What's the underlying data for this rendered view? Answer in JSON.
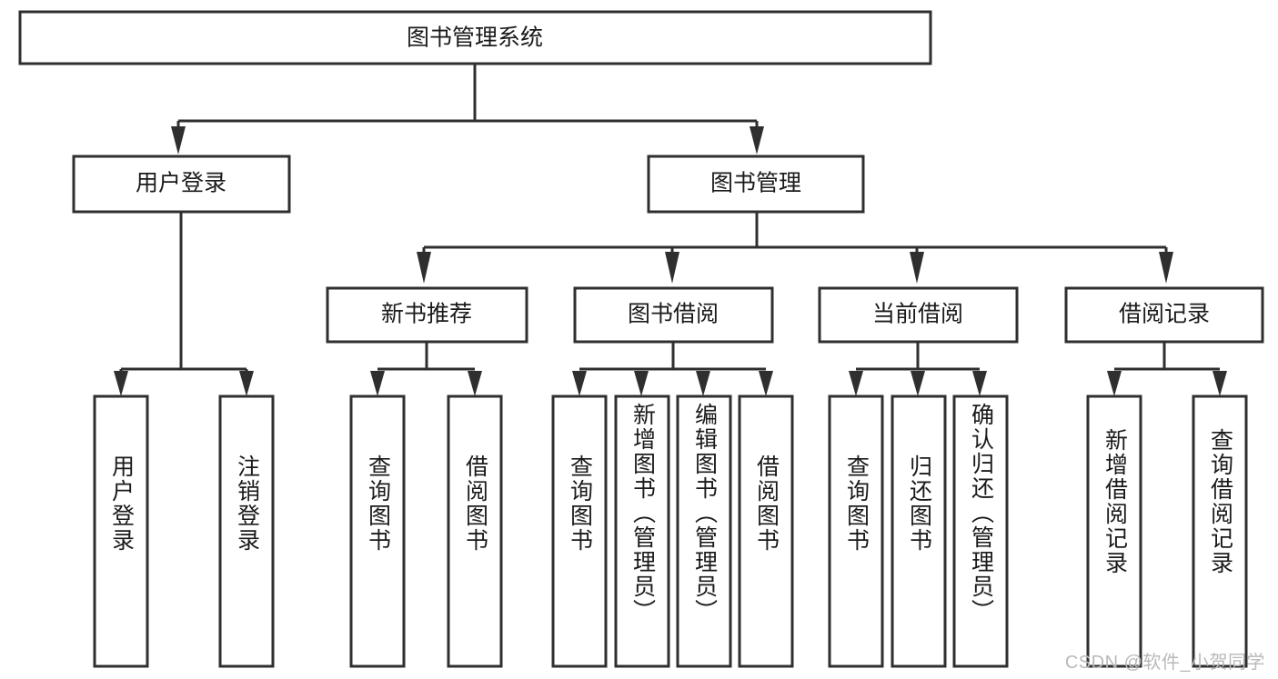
{
  "diagram": {
    "title": "图书管理系统",
    "type": "tree-hierarchy",
    "watermark": "CSDN @软件_小贺同学",
    "colors": {
      "box_stroke": "#2f2f2f",
      "box_fill": "#ffffff",
      "text": "#1a1a1a",
      "watermark": "#b9b9b9",
      "background": "#ffffff"
    },
    "root": {
      "label": "图书管理系统",
      "orientation": "horizontal"
    },
    "level2": [
      {
        "label": "用户登录",
        "orientation": "horizontal"
      },
      {
        "label": "图书管理",
        "orientation": "horizontal"
      }
    ],
    "level3": [
      {
        "label": "新书推荐",
        "orientation": "horizontal"
      },
      {
        "label": "图书借阅",
        "orientation": "horizontal"
      },
      {
        "label": "当前借阅",
        "orientation": "horizontal"
      },
      {
        "label": "借阅记录",
        "orientation": "horizontal"
      }
    ],
    "leaves": {
      "user_login": [
        {
          "label": "用户登录",
          "orientation": "vertical"
        },
        {
          "label": "注销登录",
          "orientation": "vertical"
        }
      ],
      "new_book_recommend": [
        {
          "label": "查询图书",
          "orientation": "vertical"
        },
        {
          "label": "借阅图书",
          "orientation": "vertical"
        }
      ],
      "book_borrow": [
        {
          "label": "查询图书",
          "orientation": "vertical"
        },
        {
          "label": "新增图书（管理员）",
          "orientation": "vertical"
        },
        {
          "label": "编辑图书（管理员）",
          "orientation": "vertical"
        },
        {
          "label": "借阅图书",
          "orientation": "vertical"
        }
      ],
      "current_borrow": [
        {
          "label": "查询图书",
          "orientation": "vertical"
        },
        {
          "label": "归还图书",
          "orientation": "vertical"
        },
        {
          "label": "确认归还（管理员）",
          "orientation": "vertical"
        }
      ],
      "borrow_record": [
        {
          "label": "新增借阅记录",
          "orientation": "vertical"
        },
        {
          "label": "查询借阅记录",
          "orientation": "vertical"
        }
      ]
    }
  }
}
